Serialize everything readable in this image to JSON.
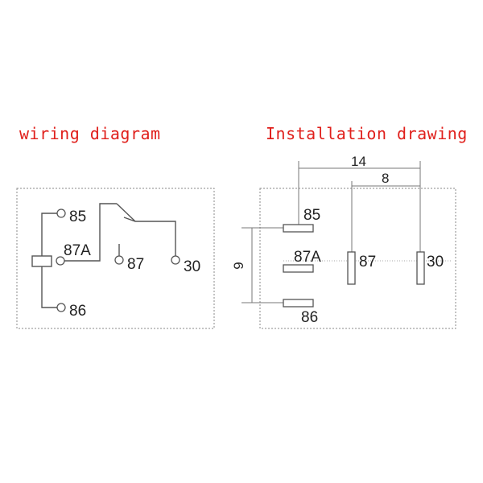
{
  "headings": {
    "wiring": "wiring diagram",
    "installation": "Installation drawing"
  },
  "wiring_diagram": {
    "pins": {
      "p85": "85",
      "p87a": "87A",
      "p87": "87",
      "p30": "30",
      "p86": "86"
    }
  },
  "installation_drawing": {
    "pins": {
      "p85": "85",
      "p87a": "87A",
      "p87": "87",
      "p30": "30",
      "p86": "86"
    },
    "dimensions": {
      "overall_width": "14",
      "inner_width": "8",
      "height": "9"
    }
  },
  "colors": {
    "heading": "#e0201c",
    "line": "#555555",
    "border": "#888888"
  }
}
